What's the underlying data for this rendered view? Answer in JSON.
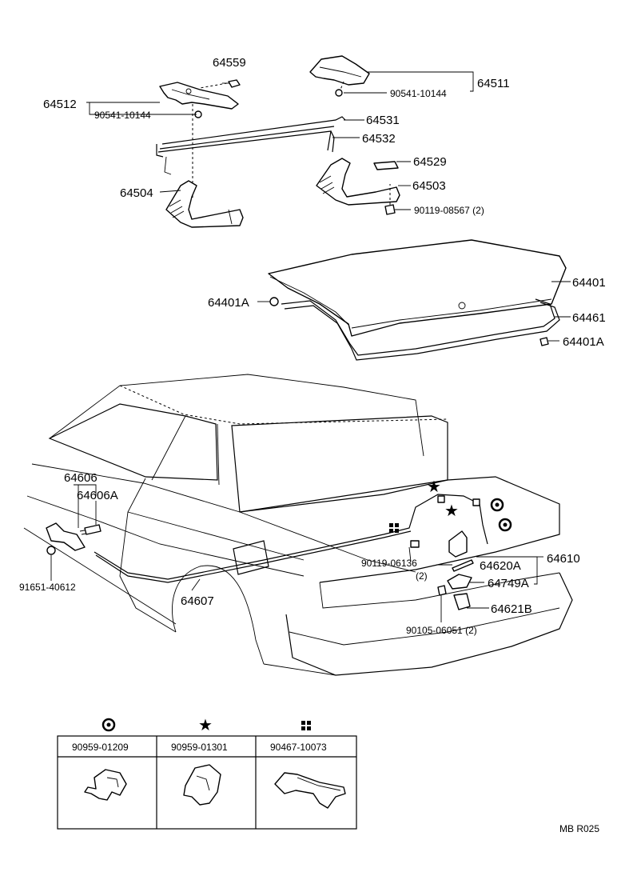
{
  "labels": {
    "p64559": "64559",
    "p64512": "64512",
    "p90541_left": "90541-10144",
    "p64511": "64511",
    "p90541_right": "90541-10144",
    "p64531": "64531",
    "p64532": "64532",
    "p64529": "64529",
    "p64504": "64504",
    "p64503": "64503",
    "p90119_08567": "90119-08567 (2)",
    "p64401": "64401",
    "p64401A_left": "64401A",
    "p64461": "64461",
    "p64401A_right": "64401A",
    "p64606": "64606",
    "p64606A": "64606A",
    "p91651": "91651-40612",
    "p64607": "64607",
    "p90119_06136": "90119-06136",
    "p90119_06136_qty": "(2)",
    "p64620A": "64620A",
    "p64610": "64610",
    "p64749A": "64749A",
    "p64621B": "64621B",
    "p90105": "90105-06051 (2)"
  },
  "legend": {
    "col1": {
      "symbol": "clip-circle-icon",
      "part": "90959-01209"
    },
    "col2": {
      "symbol": "star-icon",
      "part": "90959-01301"
    },
    "col3": {
      "symbol": "four-squares-icon",
      "part": "90467-10073"
    }
  },
  "footer": {
    "code": "MB  R025"
  }
}
